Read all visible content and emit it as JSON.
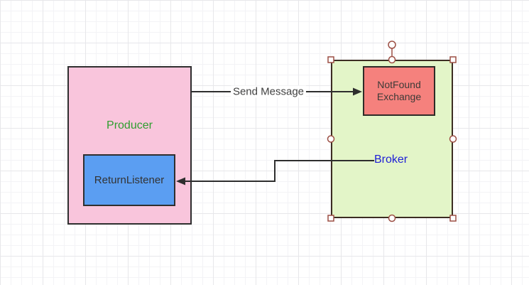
{
  "canvas": {
    "background_color": "#ffffff",
    "grid_minor_color": "#f3f3f6",
    "grid_major_color": "#e7e7ea"
  },
  "diagram": {
    "producer": {
      "label": "Producer",
      "label_color": "#2f9e2f",
      "fill_color": "#f9c5dc",
      "border_color": "#2f2f2f"
    },
    "return_listener": {
      "label": "ReturnListener",
      "label_color": "#333333",
      "fill_color": "#5b9ef2",
      "border_color": "#2f2f2f"
    },
    "broker": {
      "label": "Broker",
      "label_color": "#1e1ed6",
      "fill_color": "#e3f5c8",
      "border_color": "#3c2d22",
      "selected": true
    },
    "notfound_exchange": {
      "label": "NotFound Exchange",
      "lines": [
        "NotFound",
        "Exchange"
      ],
      "label_color": "#3d3a37",
      "fill_color": "#f5817d",
      "border_color": "#2e2b27"
    },
    "edges": {
      "send_message": {
        "label": "Send Message",
        "color": "#2e2e2e"
      },
      "broker_to_listener": {
        "color": "#2e2e2e"
      }
    },
    "selection_handle_color": "#9c4f44"
  }
}
